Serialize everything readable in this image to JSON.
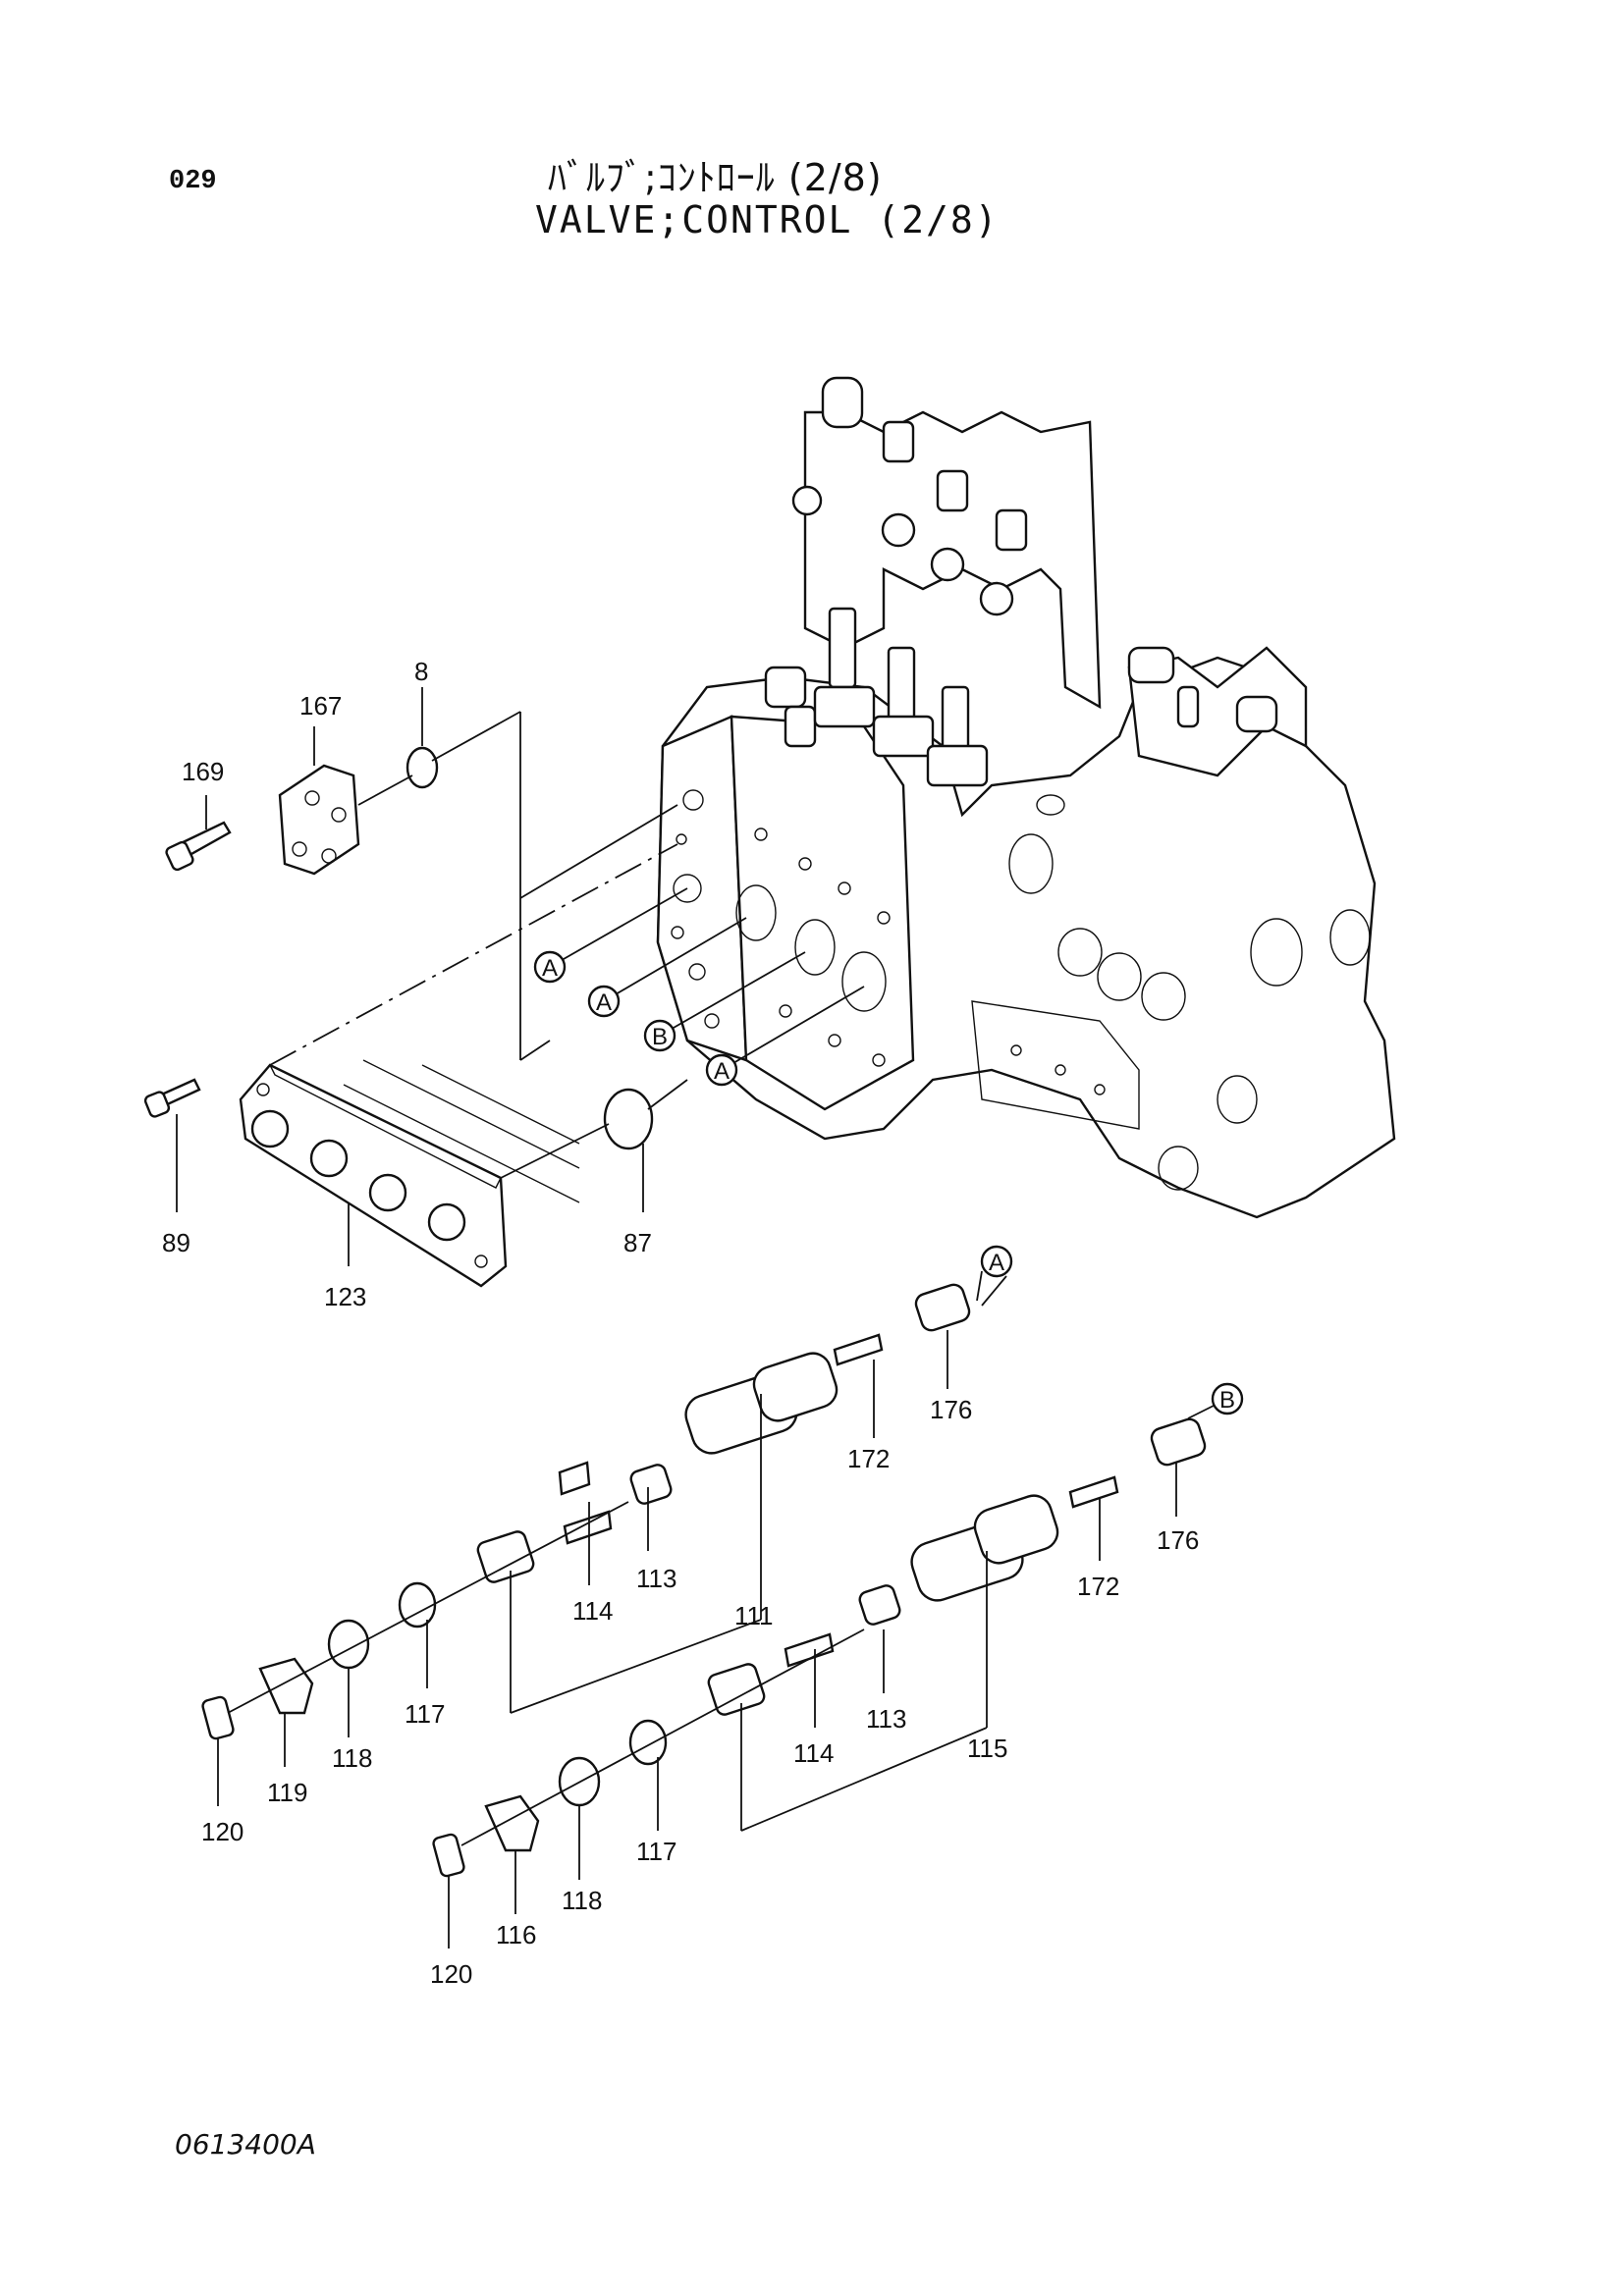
{
  "header": {
    "page_number": "029",
    "title_jp": "ﾊﾞﾙﾌﾞ;ｺﾝﾄﾛｰﾙ (2/8)",
    "title_en": "VALVE;CONTROL (2/8)"
  },
  "footer": {
    "drawing_code": "0613400A"
  },
  "callouts": {
    "c8": "8",
    "c167": "167",
    "c169": "169",
    "c89": "89",
    "c123": "123",
    "c87": "87",
    "c176a": "176",
    "c172a": "172",
    "c113a": "113",
    "c114a": "114",
    "c111": "111",
    "c117a": "117",
    "c118a": "118",
    "c119": "119",
    "c120a": "120",
    "c176b": "176",
    "c172b": "172",
    "c113b": "113",
    "c114b": "114",
    "c115": "115",
    "c117b": "117",
    "c118b": "118",
    "c116": "116",
    "c120b": "120"
  },
  "reference_markers": {
    "rA1": "A",
    "rA2": "A",
    "rB1": "B",
    "rA3": "A",
    "rA4": "A",
    "rB2": "B"
  }
}
